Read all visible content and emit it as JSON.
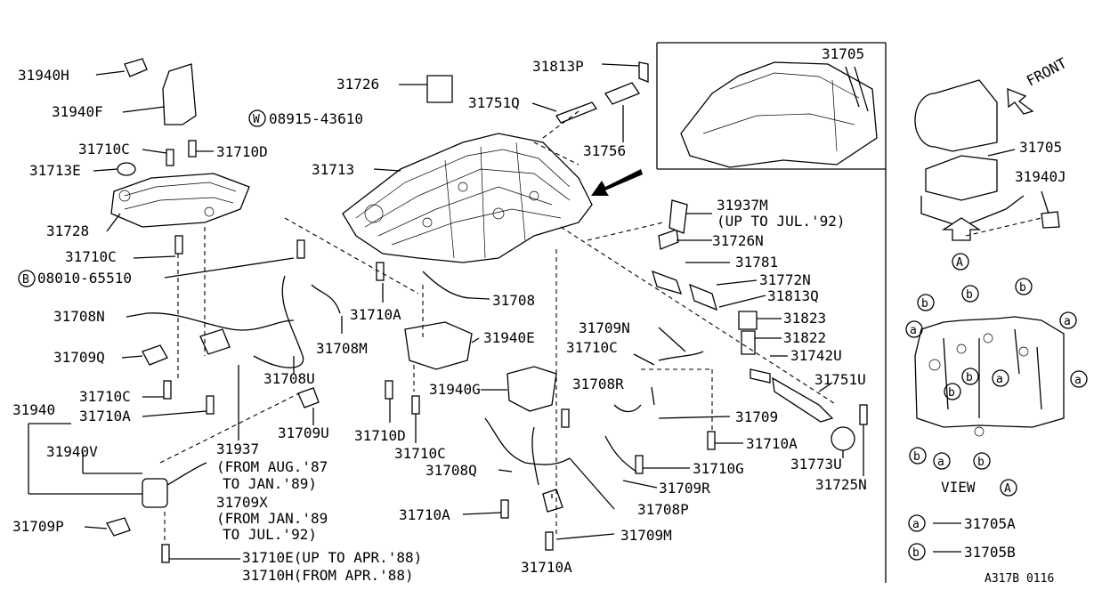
{
  "labels": {
    "p31940H": "31940H",
    "p31940F": "31940F",
    "p31710C_a": "31710C",
    "p31710D_a": "31710D",
    "p31713E": "31713E",
    "p31728": "31728",
    "p31710C_b": "31710C",
    "bolt_b": "08010-65510",
    "p31708N": "31708N",
    "p31709Q": "31709Q",
    "p31710C_c": "31710C",
    "p31710A_a": "31710A",
    "p31940": "31940",
    "p31940V": "31940V",
    "p31709P": "31709P",
    "p31710E": "31710E(UP TO APR.'88)",
    "p31710H": "31710H(FROM APR.'88)",
    "p31726": "31726",
    "washer_w": "08915-43610",
    "p31713": "31713",
    "p31751Q": "31751Q",
    "p31813P": "31813P",
    "p31756": "31756",
    "p31708": "31708",
    "p31710A_b": "31710A",
    "p31708M": "31708M",
    "p31708U": "31708U",
    "p31709U": "31709U",
    "p31937": "31937",
    "p31937_from": "(FROM AUG.'87",
    "p31937_to": "TO JAN.'89)",
    "p31709X": "31709X",
    "p31709X_from": "(FROM JAN.'89",
    "p31709X_to": "TO JUL.'92)",
    "p31940E": "31940E",
    "p31940G": "31940G",
    "p31710D_b": "31710D",
    "p31710C_d": "31710C",
    "p31708Q": "31708Q",
    "p31710A_c": "31710A",
    "p31710A_d": "31710A",
    "p31709N": "31709N",
    "p31710C_e": "31710C",
    "p31708R": "31708R",
    "p31709": "31709",
    "p31710A_e": "31710A",
    "p31710G": "31710G",
    "p31709R": "31709R",
    "p31708P": "31708P",
    "p31709M": "31709M",
    "p31937M": "31937M",
    "p31937M_note": "(UP TO JUL.'92)",
    "p31726N": "31726N",
    "p31781": "31781",
    "p31772N": "31772N",
    "p31813Q": "31813Q",
    "p31823": "31823",
    "p31822": "31822",
    "p31742U": "31742U",
    "p31751U": "31751U",
    "p31773U": "31773U",
    "p31725N": "31725N",
    "p31705_top": "31705",
    "front": "FRONT",
    "p31705_side": "31705",
    "p31940J": "31940J",
    "view_label": "VIEW",
    "legend_a": "31705A",
    "legend_b": "31705B",
    "ref_code": "A317B 0116"
  },
  "markers": {
    "w": "W",
    "b": "B",
    "view_a": "A",
    "arrow_a": "A",
    "sa": "a",
    "sb": "b"
  }
}
